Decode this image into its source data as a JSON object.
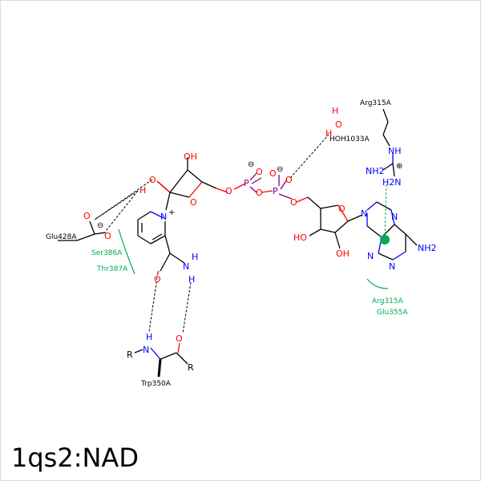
{
  "title": "1qs2:NAD",
  "residues": {
    "arg315_top": "Arg315A",
    "hoh": "HOH1033A",
    "glu428": "Glu428A",
    "ser386": "Ser386A",
    "thr387": "Thr387A",
    "trp350": "Trp350A",
    "arg315_bottom": "Arg315A",
    "glu355": "Glu355A"
  },
  "atoms": {
    "O": "O",
    "OH": "OH",
    "HO": "HO",
    "H": "H",
    "N": "N",
    "NH": "NH",
    "NH2": "NH2",
    "H2N": "H2N",
    "P": "P",
    "R": "R"
  },
  "colors": {
    "oxygen": "#ff0000",
    "nitrogen": "#0000ff",
    "phosphorus": "#800080",
    "interaction": "#00aa55"
  }
}
